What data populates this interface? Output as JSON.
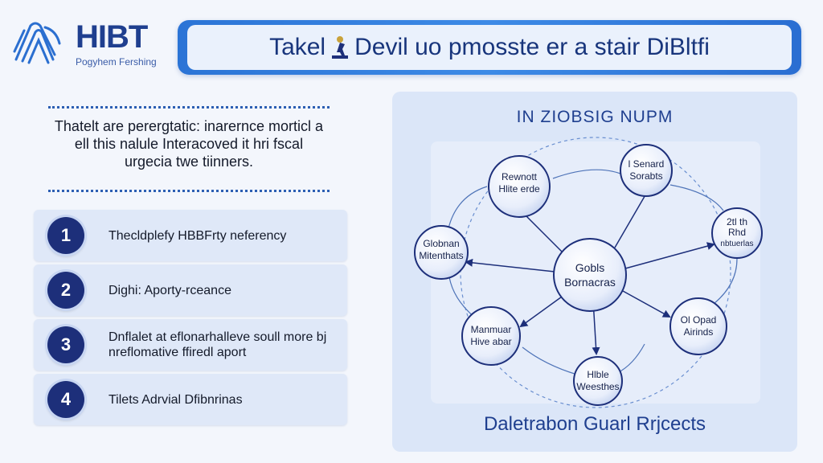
{
  "logo": {
    "title": "HIBT",
    "subtitle": "Pogyhem Fershing"
  },
  "header": {
    "title_left": "Takel",
    "title_right": "Devil uo pmosste er a stair DiBltfi"
  },
  "intro": {
    "lines": [
      "Thatelt are perergtatic: inarernce morticl a",
      "ell this nalule Interacoved it hri fscal",
      "urgecia twe tiinners."
    ]
  },
  "steps": [
    {
      "number": "1",
      "text": "Thecldplefy HBBFrty neferency"
    },
    {
      "number": "2",
      "text": "Dighi: Aporty-rceance"
    },
    {
      "number": "3",
      "text": "Dnflalet at eflonarhalleve soull more bj nreflomative ffiredl aport"
    },
    {
      "number": "4",
      "text": "Tilets Adrvial Dfibnrinas"
    }
  ],
  "diagram": {
    "title": "IN ZIOBSIG NUPM",
    "footer": "Daletrabon Guarl Rrjcects",
    "center": {
      "line1": "Gobls",
      "line2": "Bornacras"
    },
    "nodes": [
      {
        "line1": "Rewnott",
        "line2": "Hlite erde"
      },
      {
        "line1": "l Senard",
        "line2": "Sorabts"
      },
      {
        "line1": "2tl th",
        "line2": "Rhd",
        "line3": "nbtuerlas"
      },
      {
        "line1": "Globnan",
        "line2": "Mitenthats"
      },
      {
        "line1": "Ol Opad",
        "line2": "Airinds"
      },
      {
        "line1": "Hlble",
        "line2": "Weesthes"
      },
      {
        "line1": "Manmuar",
        "line2": "Hive abar"
      }
    ]
  },
  "colors": {
    "accent": "#2b74d6",
    "navy": "#1d2f7a",
    "panel": "#dbe6f8"
  }
}
